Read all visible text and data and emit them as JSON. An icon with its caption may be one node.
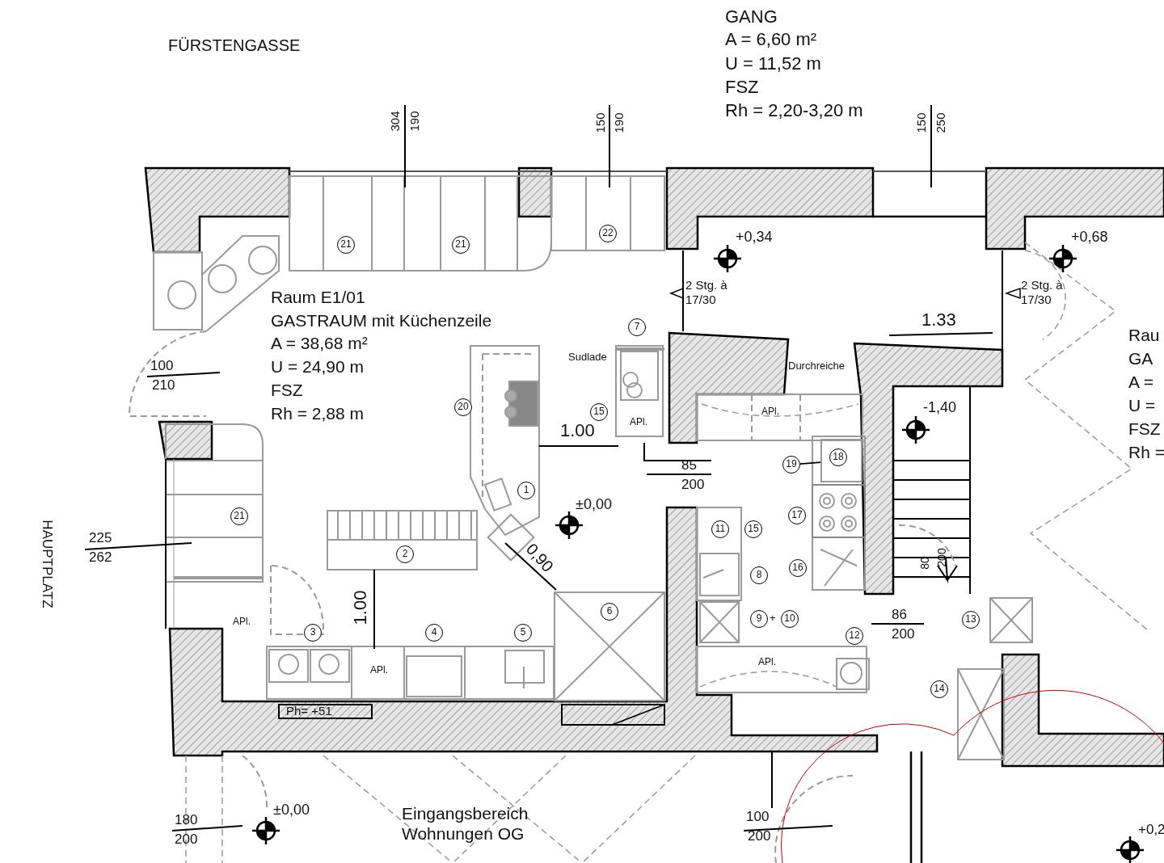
{
  "diagram": {
    "nodes": [
      {
        "text": [
          "21"
        ]
      },
      {
        "text": [
          "21"
        ]
      },
      {
        "text": [
          "22"
        ]
      },
      {
        "text": [
          "7"
        ]
      },
      {
        "text": [
          "20"
        ]
      },
      {
        "text": [
          "15"
        ]
      },
      {
        "text": [],
        "shape": "box"
      },
      {
        "text": [
          "18"
        ],
        "in": 6
      },
      {
        "text": [
          "19"
        ]
      },
      {
        "text": [
          "1"
        ]
      },
      {
        "text": [
          "21"
        ]
      },
      {
        "text": [
          "17"
        ]
      },
      {
        "text": [
          "11"
        ]
      },
      {
        "text": [
          "15"
        ]
      },
      {
        "text": [
          "2"
        ]
      },
      {
        "text": [
          "16"
        ]
      },
      {
        "text": [
          "8"
        ]
      },
      {
        "text": [
          "6"
        ]
      },
      {
        "text": [
          "9"
        ]
      },
      {
        "text": [
          "10"
        ]
      },
      {
        "text": [
          "13"
        ]
      },
      {
        "text": [
          "3"
        ]
      },
      {
        "text": [
          "4"
        ]
      },
      {
        "text": [
          "5"
        ]
      },
      {
        "text": [
          "12"
        ]
      },
      {
        "text": [
          "14"
        ]
      }
    ],
    "edges": [
      {
        "from": 8,
        "to": 6,
        "arrow": "none"
      }
    ],
    "labels": [
      "FÜRSTENGASSE",
      "GANG",
      "A = 6,60 m²",
      "U = 11,52 m",
      "FSZ",
      "Rh = 2,20-3,20 m",
      "304",
      "190",
      "150",
      "190",
      "150",
      "250",
      "+0,34",
      "+0,68",
      "Raum E1/01",
      "GASTRAUM mit Küchenzeile",
      "A = 38,68 m²",
      "U = 24,90 m",
      "FSZ",
      "Rh = 2,88 m",
      "2 Stg. à 17/30",
      "2 Stg. à 17/30",
      "1.33",
      "Rau",
      "GA",
      "A =",
      "U =",
      "FSZ",
      "Rh =",
      "100",
      "210",
      "Sudlade",
      "Durchreiche",
      "APl.",
      "-1,40",
      "1.00",
      "APl.",
      "85",
      "200",
      "HAUPTPLATZ",
      "225",
      "262",
      "±0,00",
      "0,90",
      "80",
      "200",
      "1.00",
      "APl.",
      "86",
      "200",
      "+",
      "APl.",
      "APl.",
      "Ph= +51",
      "180",
      "200",
      "±0,00",
      "Eingangsbereich Wohnungen OG",
      "100",
      "200",
      "+0,2"
    ]
  }
}
